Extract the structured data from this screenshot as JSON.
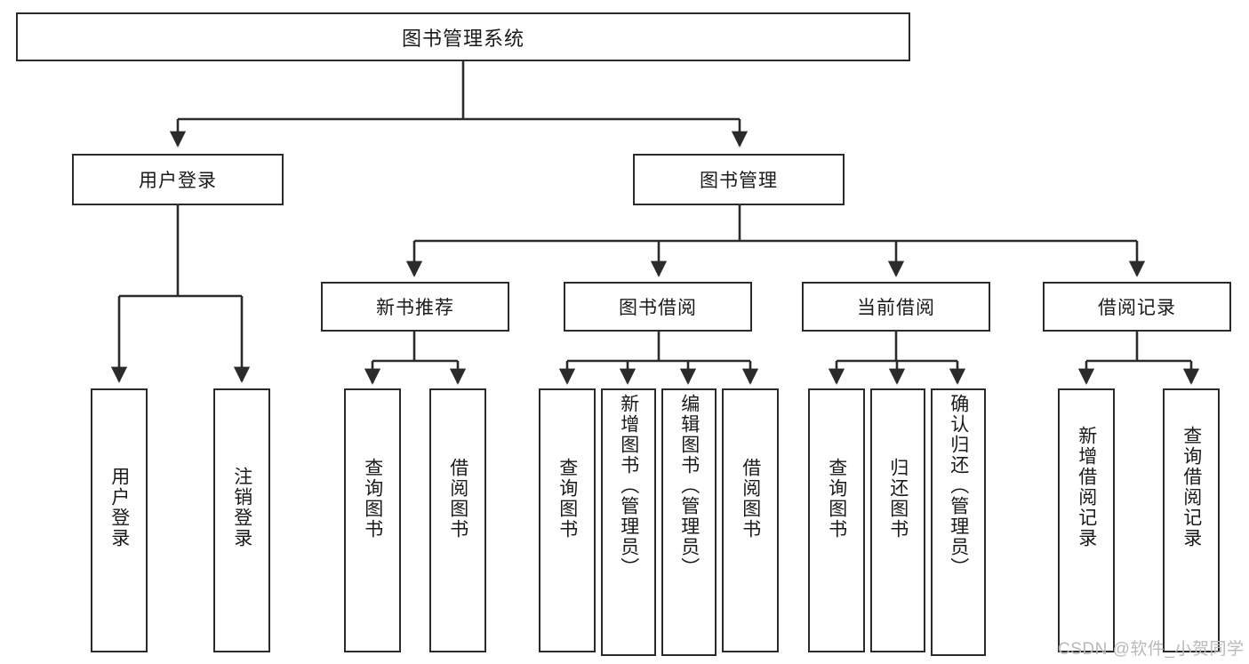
{
  "diagram": {
    "title": "图书管理系统",
    "type": "tree-hierarchy",
    "root": {
      "label": "图书管理系统"
    },
    "level2": [
      {
        "label": "用户登录"
      },
      {
        "label": "图书管理"
      }
    ],
    "level3": [
      {
        "label": "新书推荐"
      },
      {
        "label": "图书借阅"
      },
      {
        "label": "当前借阅"
      },
      {
        "label": "借阅记录"
      }
    ],
    "leaves": [
      {
        "label": "用户登录"
      },
      {
        "label": "注销登录"
      },
      {
        "label": "查询图书"
      },
      {
        "label": "借阅图书"
      },
      {
        "label": "查询图书"
      },
      {
        "label": "新增图书（管理员）"
      },
      {
        "label": "编辑图书（管理员）"
      },
      {
        "label": "借阅图书"
      },
      {
        "label": "查询图书"
      },
      {
        "label": "归还图书"
      },
      {
        "label": "确认归还（管理员）"
      },
      {
        "label": "新增借阅记录"
      },
      {
        "label": "查询借阅记录"
      }
    ]
  },
  "watermark": {
    "text": "CSDN @软件_小贺同学"
  },
  "colors": {
    "stroke": "#2b2b2b",
    "background": "#ffffff",
    "text": "#1a1a1a",
    "watermark": "#b9b9b9"
  }
}
